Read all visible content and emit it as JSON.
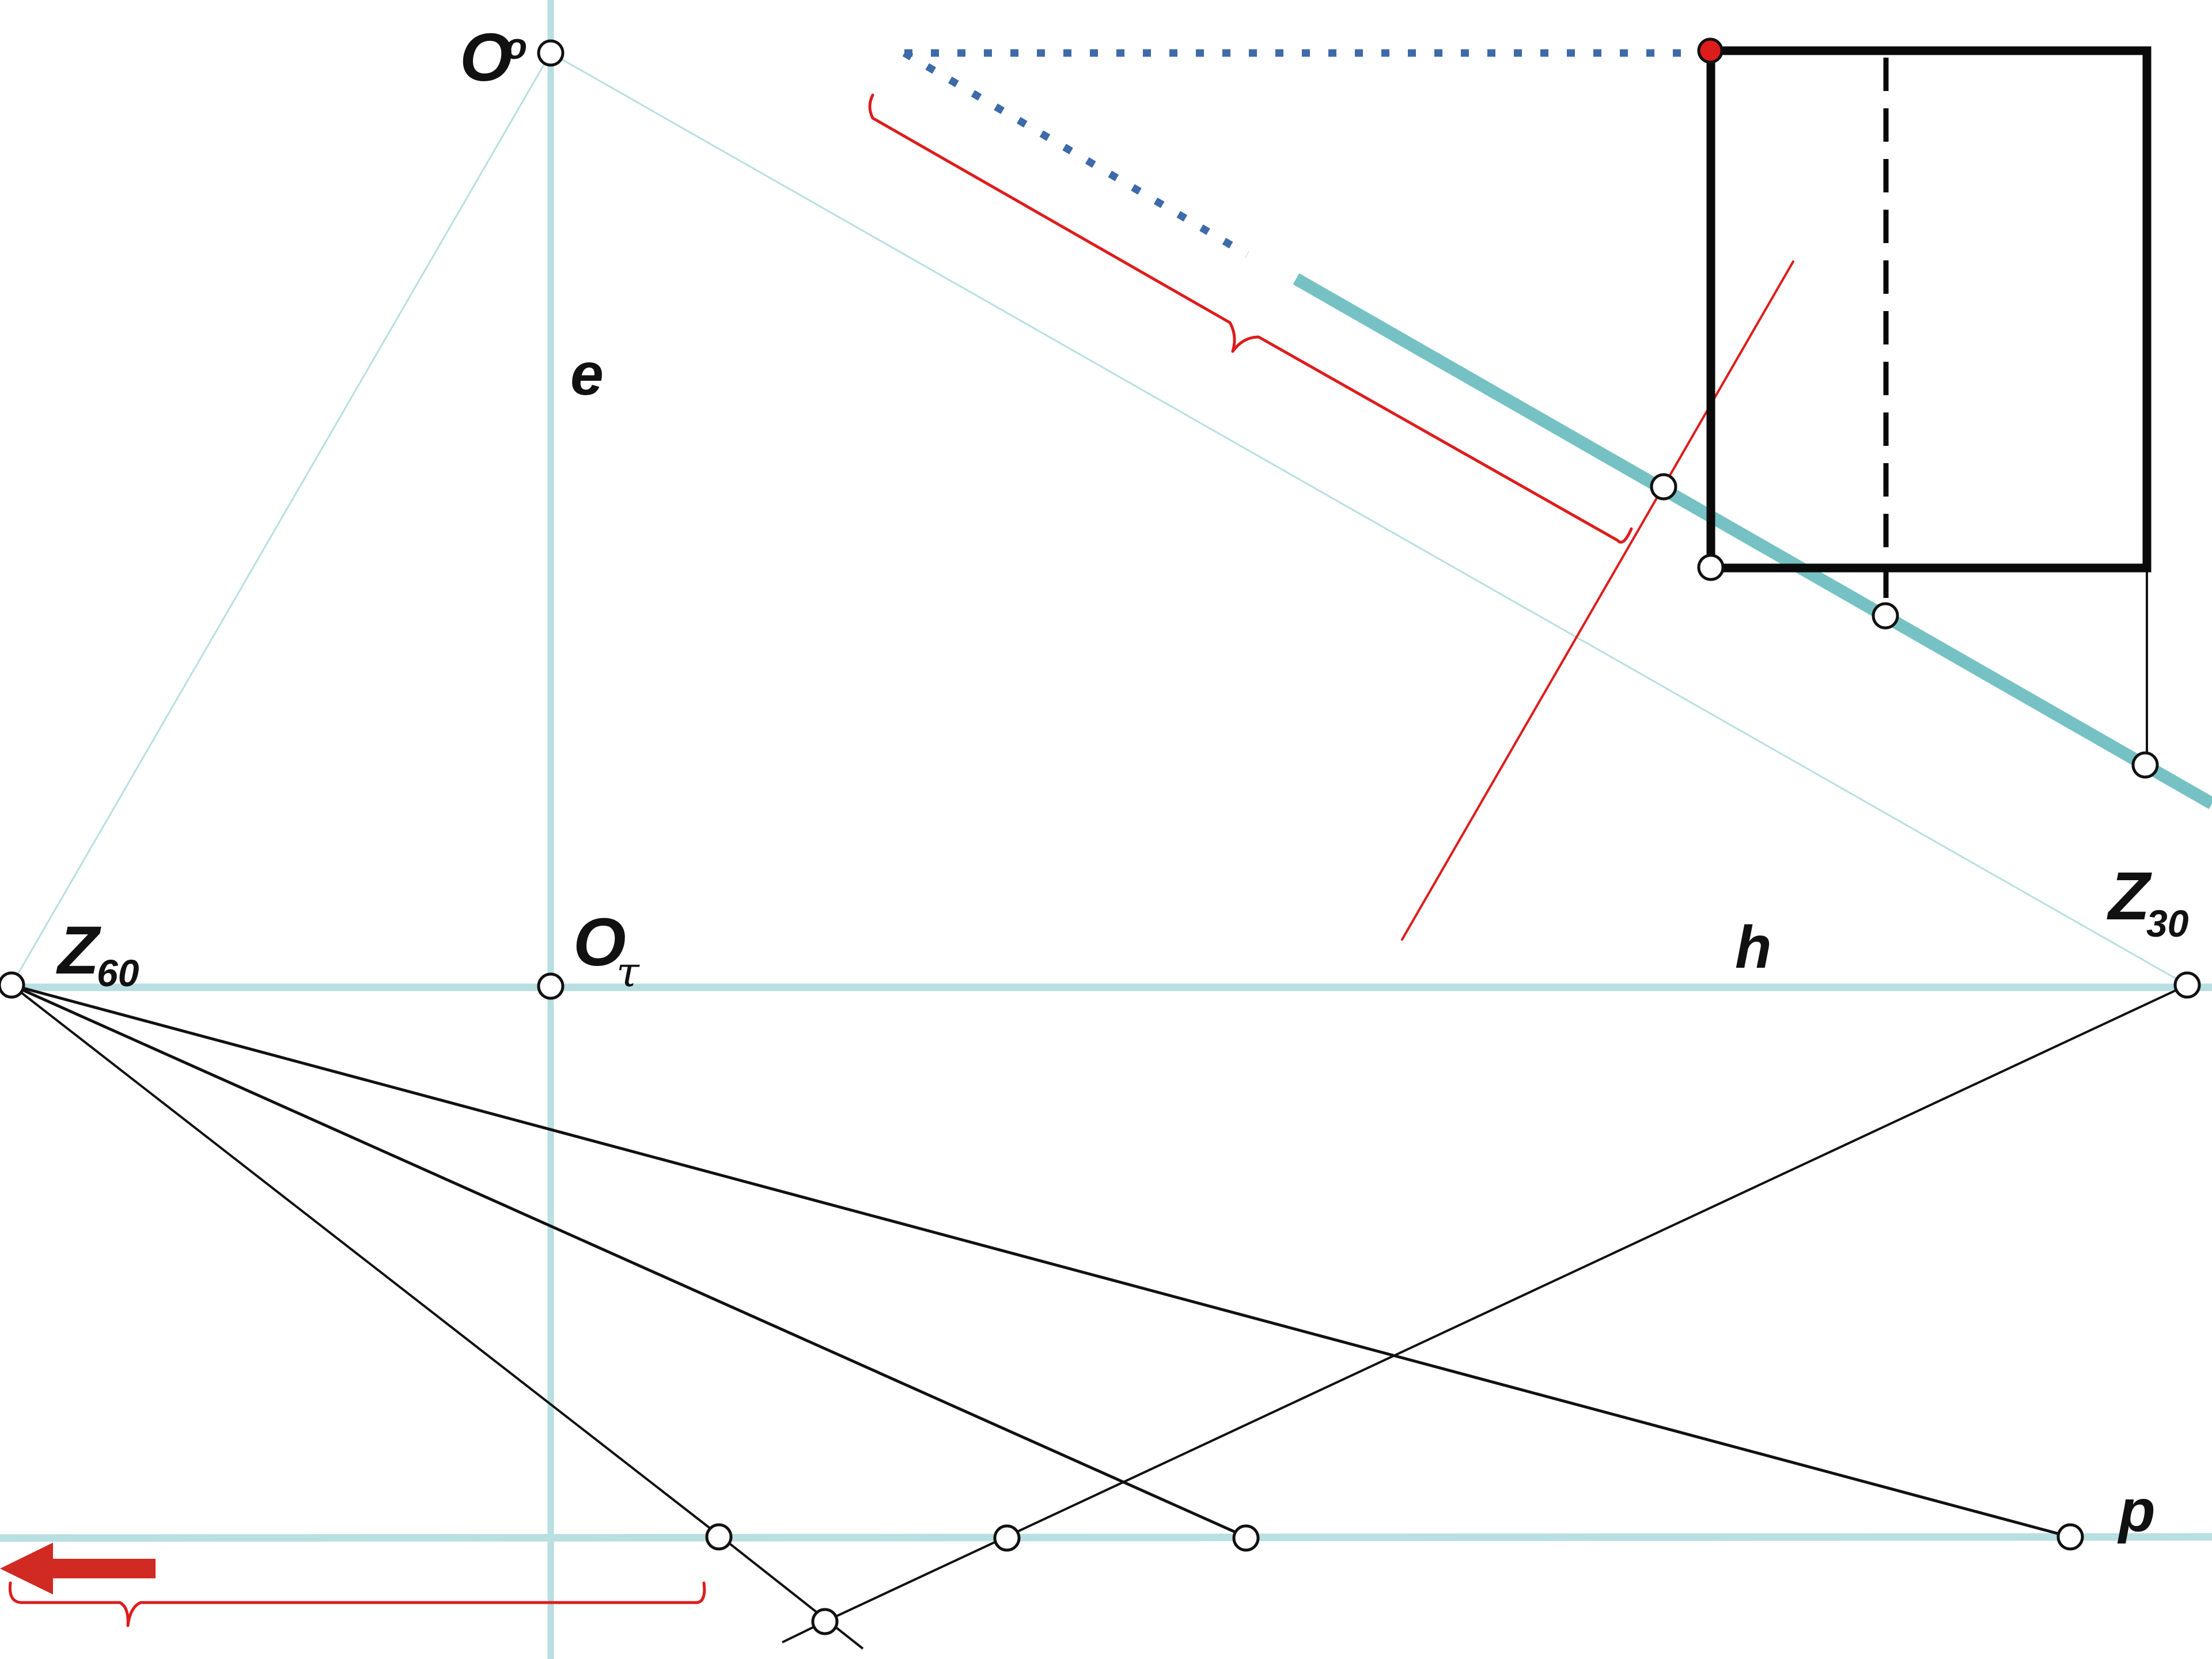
{
  "labels": {
    "O_top": "O",
    "O_top_sup": "o",
    "O_tau": "O",
    "O_tau_sub": "τ",
    "e": "e",
    "h": "h",
    "p": "p",
    "Z60": "Z",
    "Z60_sub": "60",
    "Z30": "Z",
    "Z30_sub": "30"
  },
  "colors": {
    "axis": "#b8dfe1",
    "thick_line": "#76c1c4",
    "construction": "#111111",
    "accent_red": "#dd1c1c",
    "arrow_red": "#d02a22",
    "dotted_blue": "#3d6aa8",
    "square": "#0a0a0a"
  },
  "icons": {
    "direction_arrow": "arrow-left-icon"
  }
}
